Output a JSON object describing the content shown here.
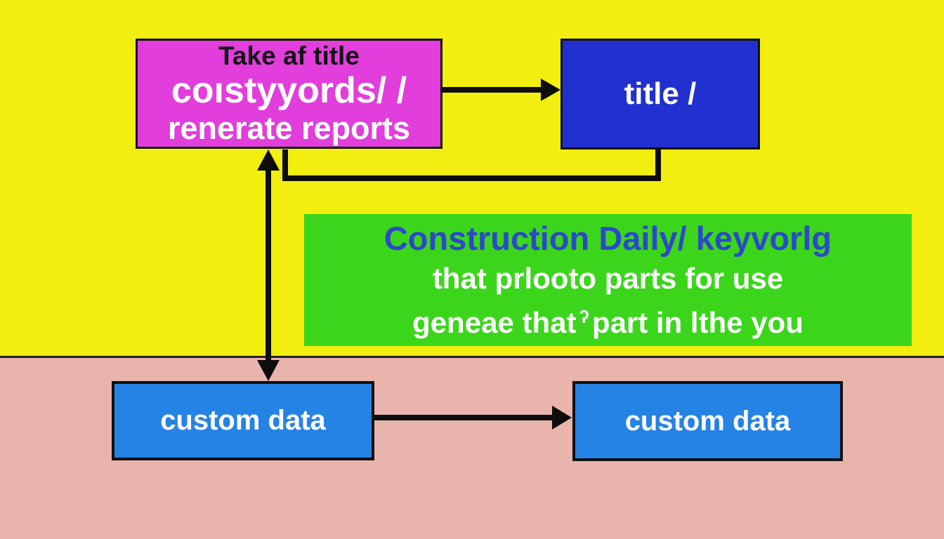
{
  "colors": {
    "background_top": "#F2EE10",
    "background_bottom": "#E9B4AC",
    "divider_line": "#262116",
    "task_box": "#E23EDB",
    "title_box": "#2130CE",
    "note_box": "#3BD61C",
    "note_heading_text": "#2B49C9",
    "custom_data_box": "#2583E5",
    "arrow": "#0D0D0D"
  },
  "boxes": {
    "task": {
      "line1": "Take af title",
      "line2": "coıstyyords/ /",
      "line3": "renerate reports"
    },
    "title": {
      "label": "title /"
    },
    "note": {
      "heading": "Construction Daily/ keyvorlg",
      "body_line1": "that prlooto parts for use",
      "body_line2_prefix": "geneae that",
      "body_line2_glyph": "ʔ",
      "body_line2_suffix": "part in lthe you"
    },
    "custom_data_left": {
      "label": "custom data"
    },
    "custom_data_right": {
      "label": "custom data"
    }
  }
}
